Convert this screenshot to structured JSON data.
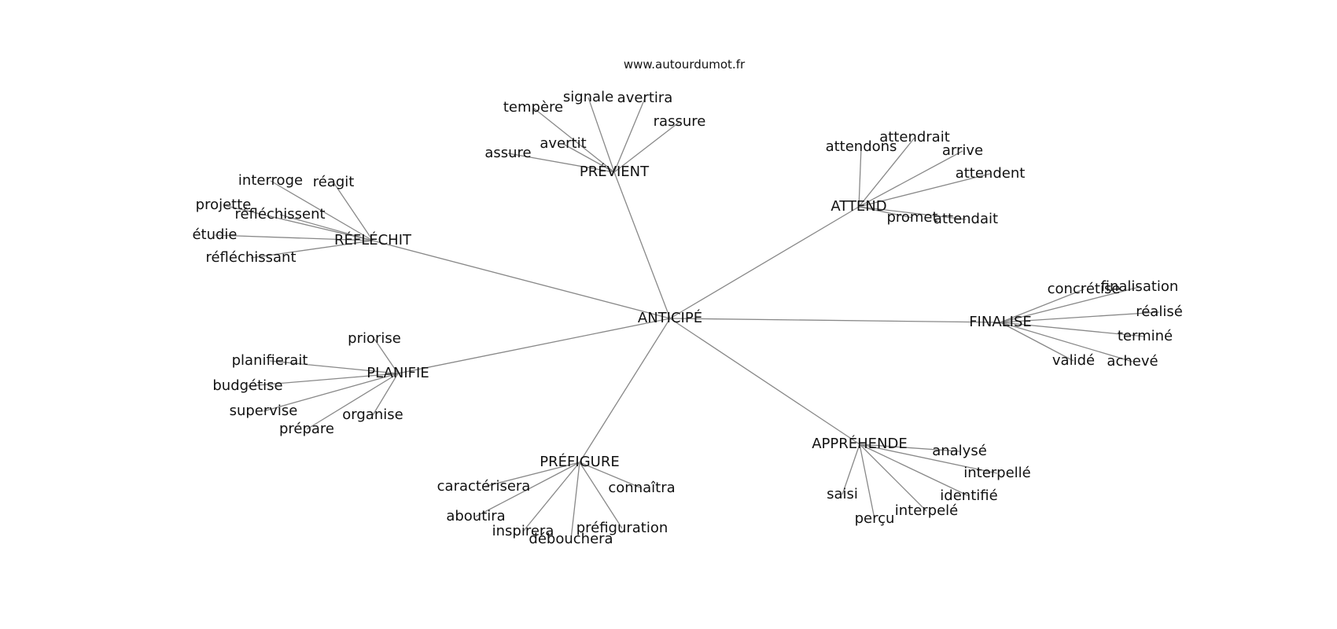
{
  "source": "www.autourdumot.fr",
  "center": "ANTICIPÉ",
  "clusters": [
    {
      "hub": "PRÉVIENT",
      "words": [
        "tempère",
        "signale",
        "avertira",
        "rassure",
        "avertit",
        "assure"
      ]
    },
    {
      "hub": "ATTEND",
      "words": [
        "attendons",
        "attendrait",
        "arrive",
        "attendent",
        "promet",
        "attendait"
      ]
    },
    {
      "hub": "RÉFLÉCHIT",
      "words": [
        "interroge",
        "réagit",
        "projette",
        "réfléchissent",
        "étudie",
        "réfléchissant"
      ]
    },
    {
      "hub": "FINALISE",
      "words": [
        "concrétise",
        "finalisation",
        "réalisé",
        "terminé",
        "validé",
        "achevé"
      ]
    },
    {
      "hub": "PLANIFIE",
      "words": [
        "priorise",
        "planifierait",
        "budgétise",
        "supervise",
        "prépare",
        "organise"
      ]
    },
    {
      "hub": "PRÉFIGURE",
      "words": [
        "caractérisera",
        "connaîtra",
        "aboutira",
        "inspirera",
        "débouchera",
        "préfiguration"
      ]
    },
    {
      "hub": "APPRÉHENDE",
      "words": [
        "analysé",
        "interpellé",
        "identifié",
        "interpelé",
        "saisi",
        "perçu"
      ]
    }
  ]
}
